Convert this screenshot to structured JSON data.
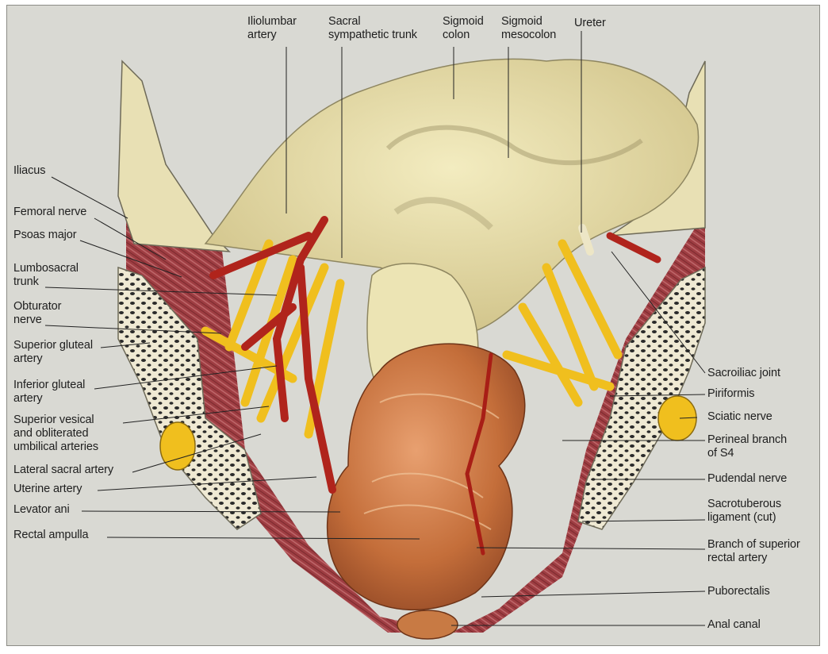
{
  "colors": {
    "background": "#d9d9d3",
    "mesocolon": "#e9dfa5",
    "bone": "#eee9d4",
    "muscle": "#9c3c40",
    "artery": "#b0241c",
    "nerve": "#f0bf1e",
    "rectum": "#c8743f"
  },
  "labels": {
    "iliolumbar_artery": "Iliolumbar\nartery",
    "sacral_sympathetic_trunk": "Sacral\nsympathetic trunk",
    "sigmoid_colon": "Sigmoid\ncolon",
    "sigmoid_mesocolon": "Sigmoid\nmesocolon",
    "ureter": "Ureter",
    "iliacus": "Iliacus",
    "femoral_nerve": "Femoral nerve",
    "psoas_major": "Psoas major",
    "lumbosacral_trunk": "Lumbosacral\ntrunk",
    "obturator_nerve": "Obturator\nnerve",
    "superior_gluteal_artery": "Superior gluteal\nartery",
    "inferior_gluteal_artery": "Inferior gluteal\nartery",
    "superior_vesical": "Superior vesical\nand obliterated\numbilical arteries",
    "lateral_sacral_artery": "Lateral sacral artery",
    "uterine_artery": "Uterine artery",
    "levator_ani": "Levator ani",
    "rectal_ampulla": "Rectal ampulla",
    "sacroiliac_joint": "Sacroiliac joint",
    "piriformis": "Piriformis",
    "sciatic_nerve": "Sciatic nerve",
    "perineal_branch": "Perineal branch\nof S4",
    "pudendal_nerve": "Pudendal nerve",
    "sacrotuberous_ligament": "Sacrotuberous\nligament (cut)",
    "branch_superior_rectal": "Branch of superior\nrectal artery",
    "puborectalis": "Puborectalis",
    "anal_canal": "Anal canal"
  }
}
